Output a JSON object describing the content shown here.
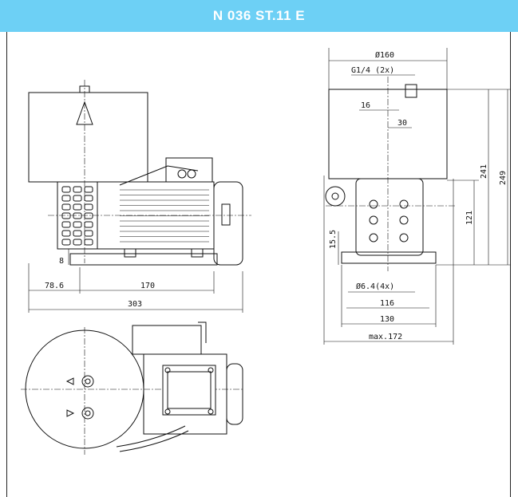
{
  "title": "N 036 ST.11 E",
  "colors": {
    "title_bar": "#6dd0f5",
    "ink": "#111111"
  },
  "dimensions": {
    "side_view": {
      "d_78_6": "78.6",
      "d_170": "170",
      "d_303": "303",
      "d_8": "8"
    },
    "end_view": {
      "d_160": "Ø160",
      "d_g14": "G1/4 (2x)",
      "d_16": "16",
      "d_30": "30",
      "d_241": "241",
      "d_249": "249",
      "d_121": "121",
      "d_15_5": "15.5",
      "d_holes": "Ø6.4(4x)",
      "d_116": "116",
      "d_130": "130",
      "d_max172": "max.172"
    }
  }
}
